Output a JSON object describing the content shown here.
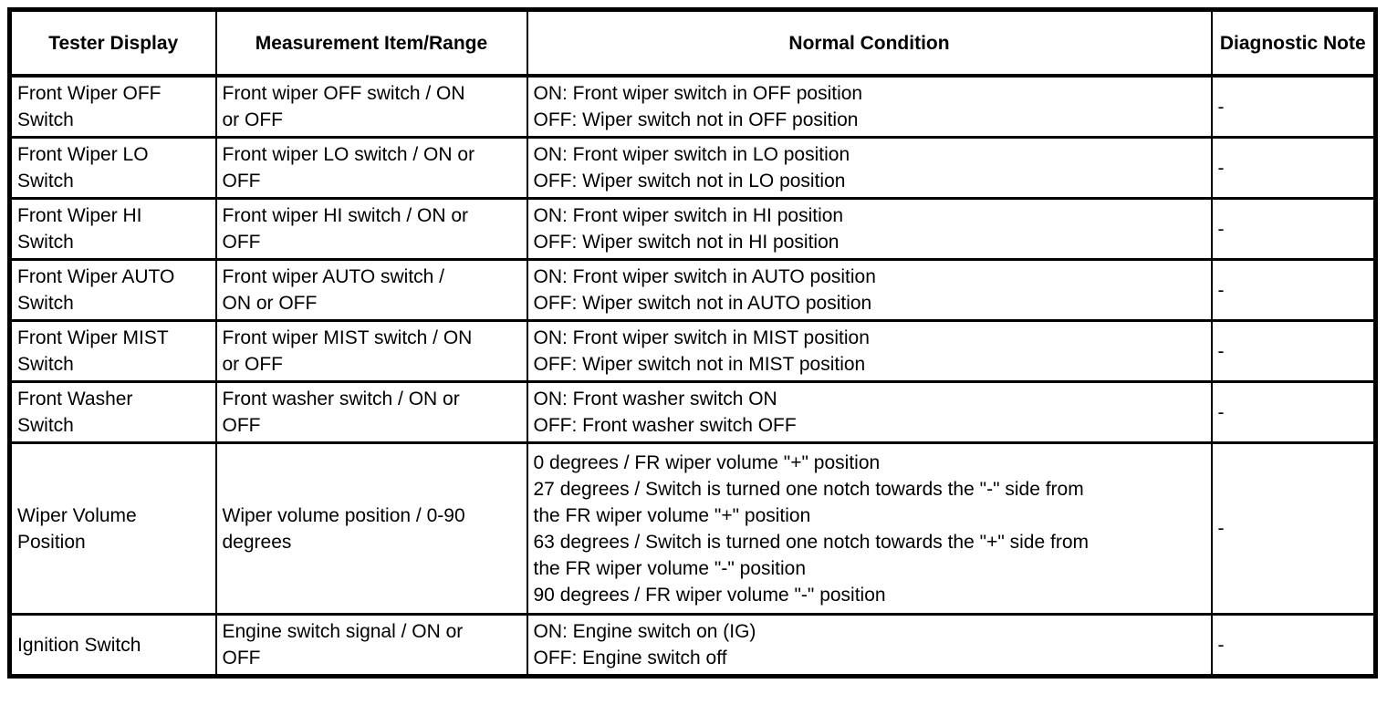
{
  "table": {
    "headers": {
      "tester_display": "Tester Display",
      "measurement": "Measurement Item/Range",
      "normal_condition": "Normal Condition",
      "diagnostic_note": "Diagnostic Note"
    },
    "rows": [
      {
        "display": "Front Wiper OFF\nSwitch",
        "item": "Front wiper OFF switch / ON\nor OFF",
        "condition": "ON: Front wiper switch in OFF position\nOFF: Wiper switch not in OFF position",
        "note": "-"
      },
      {
        "display": "Front Wiper LO\nSwitch",
        "item": "Front wiper LO switch / ON or\nOFF",
        "condition": "ON: Front wiper switch in LO position\nOFF: Wiper switch not in LO position",
        "note": "-"
      },
      {
        "display": "Front Wiper HI\nSwitch",
        "item": "Front wiper HI switch / ON or\nOFF",
        "condition": "ON: Front wiper switch in HI position\nOFF: Wiper switch not in HI position",
        "note": "-"
      },
      {
        "display": "Front Wiper AUTO\nSwitch",
        "item": "Front wiper AUTO switch /\nON or OFF",
        "condition": "ON: Front wiper switch in AUTO position\nOFF: Wiper switch not in AUTO position",
        "note": "-"
      },
      {
        "display": "Front Wiper MIST\nSwitch",
        "item": "Front wiper MIST switch / ON\nor OFF",
        "condition": "ON: Front wiper switch in MIST position\nOFF: Wiper switch not in MIST position",
        "note": "-"
      },
      {
        "display": "Front Washer\nSwitch",
        "item": "Front washer switch / ON or\nOFF",
        "condition": "ON: Front washer switch ON\nOFF: Front washer switch OFF",
        "note": "-"
      },
      {
        "display": "Wiper Volume\nPosition",
        "item": "Wiper volume position / 0-90\ndegrees",
        "condition": "0 degrees / FR wiper volume \"+\" position\n27 degrees / Switch is turned one notch towards the \"-\" side from\nthe FR wiper volume \"+\" position\n63 degrees / Switch is turned one notch towards the \"+\" side from\nthe FR wiper volume \"-\" position\n90 degrees / FR wiper volume \"-\" position",
        "note": "-"
      },
      {
        "display": "Ignition Switch",
        "item": "Engine switch signal / ON or\nOFF",
        "condition": "ON: Engine switch on (IG)\nOFF: Engine switch off",
        "note": "-"
      }
    ]
  }
}
